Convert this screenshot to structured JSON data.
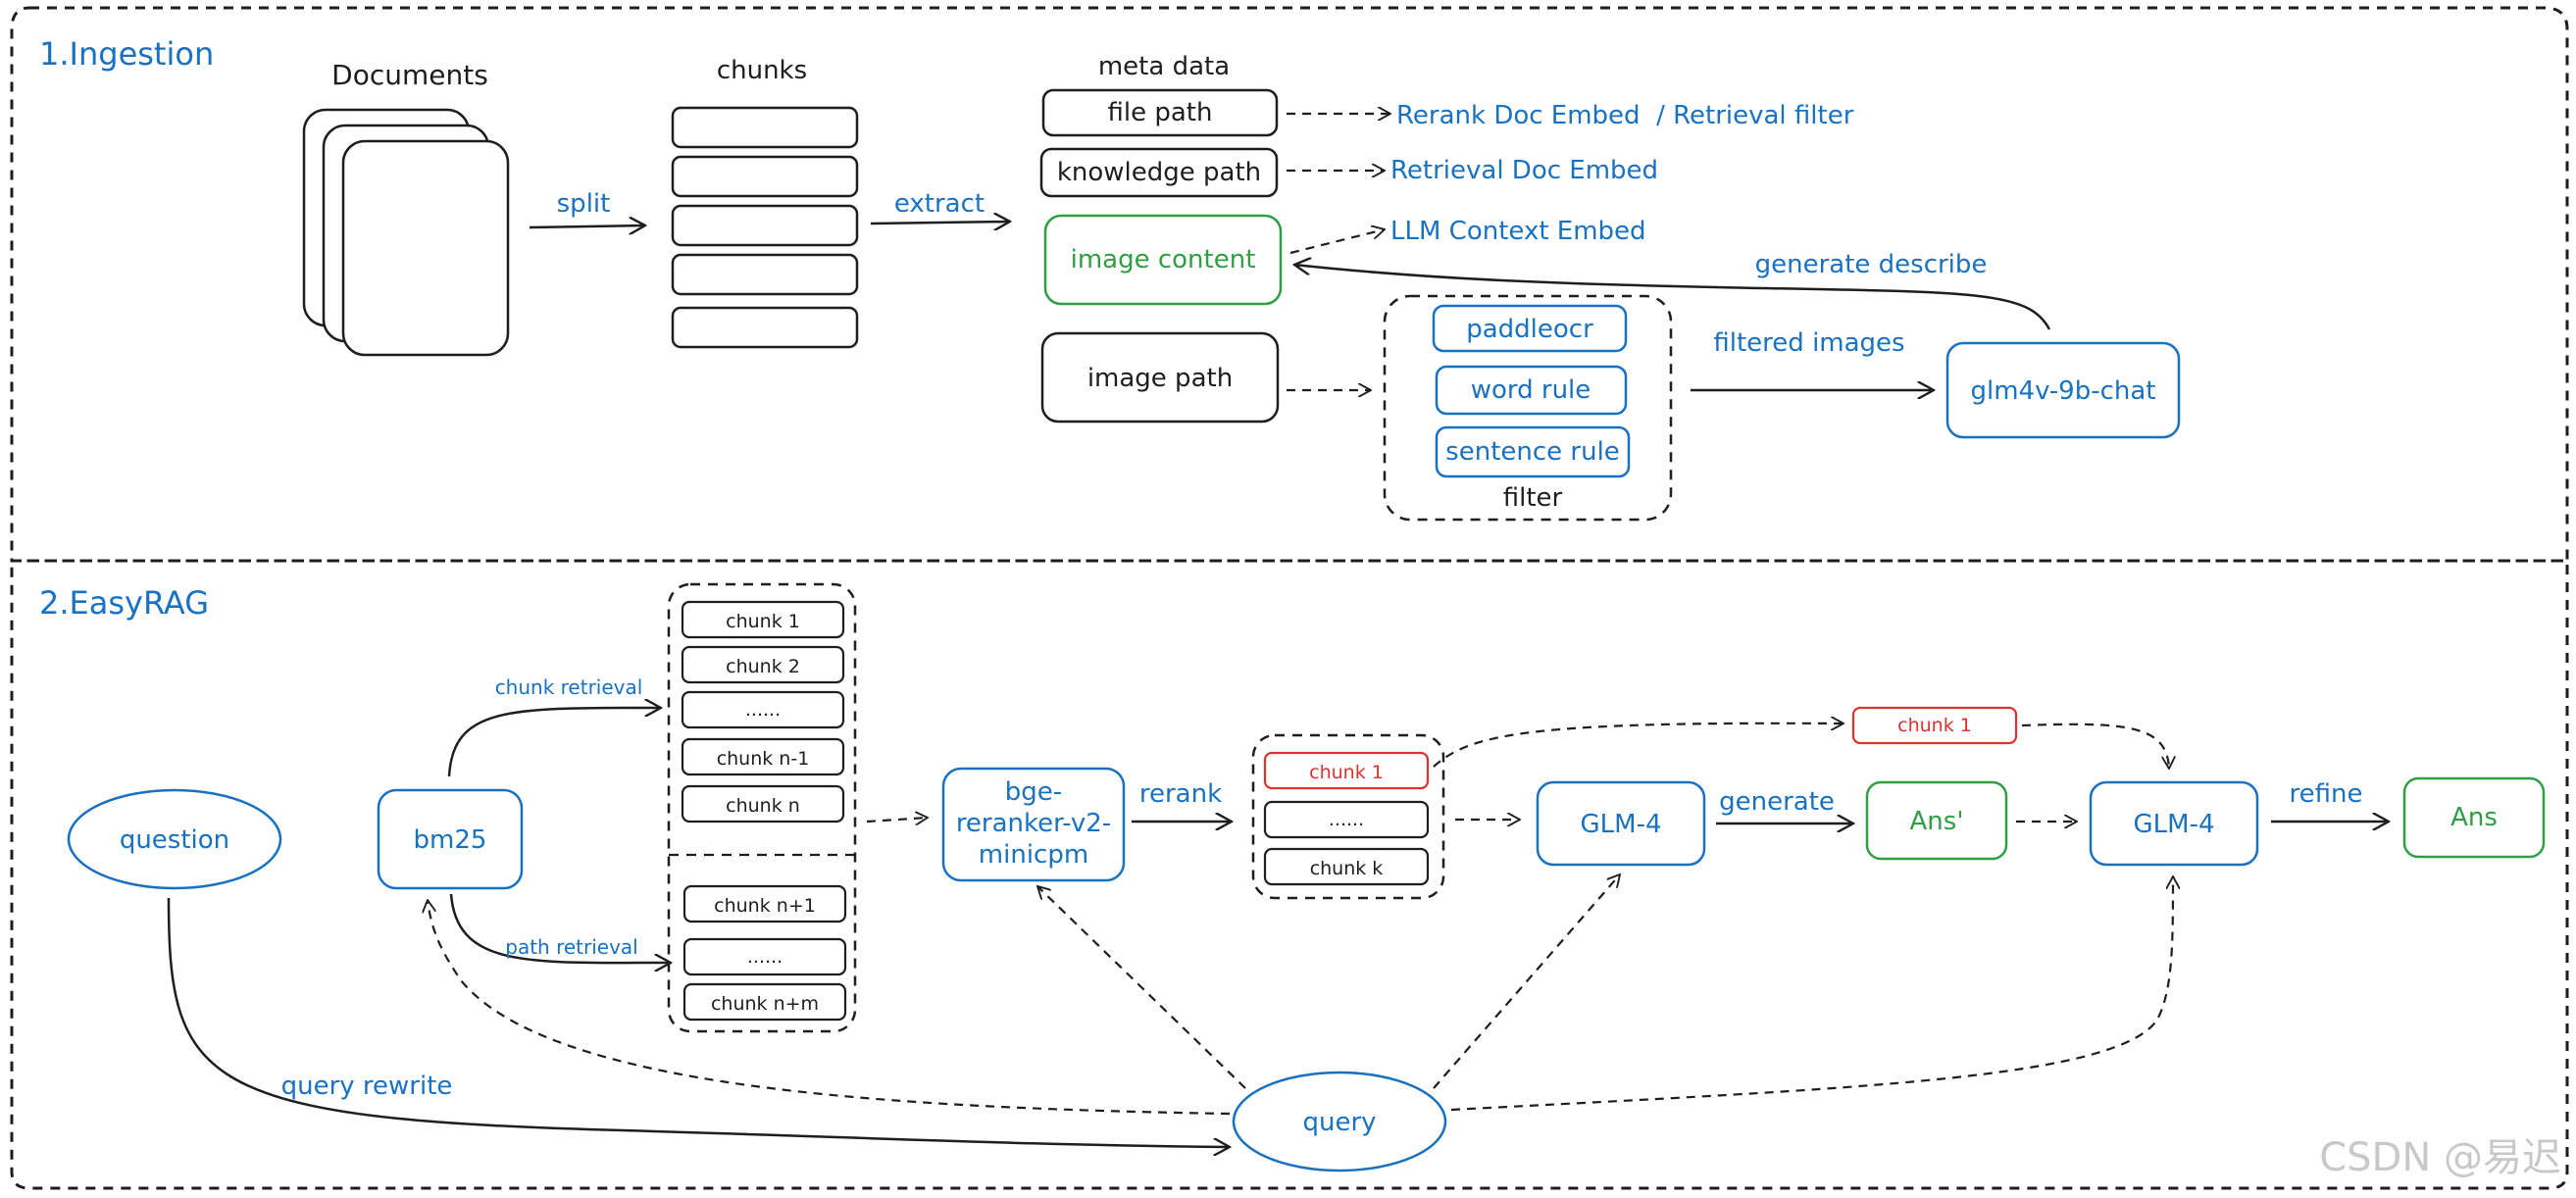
{
  "sections": {
    "ingestion_title": "1.Ingestion",
    "easyrag_title": "2.EasyRAG"
  },
  "ingestion": {
    "documents_label": "Documents",
    "chunks_label": "chunks",
    "split_label": "split",
    "extract_label": "extract",
    "meta_title": "meta data",
    "meta_items": [
      "file path",
      "knowledge path",
      "image content",
      "image path"
    ],
    "targets": {
      "file_path": "Rerank Doc Embed  / Retrieval filter",
      "knowledge_path": "Retrieval Doc Embed",
      "image_content": "LLM Context Embed"
    },
    "filter_items": [
      "paddleocr",
      "word rule",
      "sentence rule"
    ],
    "filter_label": "filter",
    "filtered_label": "filtered images",
    "vlm_model": "glm4v-9b-chat",
    "generate_describe": "generate describe"
  },
  "easyrag": {
    "question": "question",
    "bm25": "bm25",
    "chunk_retrieval": "chunk retrieval",
    "path_retrieval": "path retrieval",
    "chunk_group_1": [
      "chunk 1",
      "chunk 2",
      "......",
      "chunk n-1",
      "chunk n"
    ],
    "chunk_group_2": [
      "chunk n+1",
      "......",
      "chunk n+m"
    ],
    "reranker_lines": [
      "bge-",
      "reranker-v2-",
      "minicpm"
    ],
    "rerank_label": "rerank",
    "reranked_chunks": [
      "chunk 1",
      "......",
      "chunk k"
    ],
    "top_chunk": "chunk 1",
    "glm_a": "GLM-4",
    "generate_label": "generate",
    "ans_prime": "Ans'",
    "glm_b": "GLM-4",
    "refine_label": "refine",
    "ans": "Ans",
    "query_rewrite": "query rewrite",
    "query": "query"
  },
  "watermark": "CSDN @易迟",
  "colors": {
    "ink": "#1e1e1e",
    "blue": "#1971c2",
    "green": "#2f9e44",
    "red": "#e03131"
  }
}
